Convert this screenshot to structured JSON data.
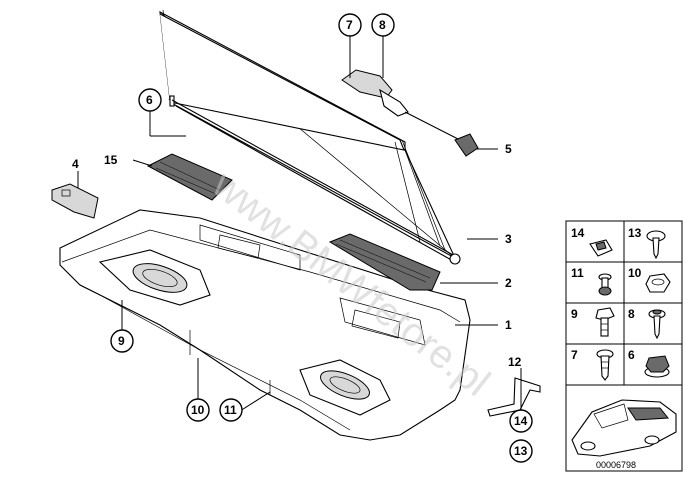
{
  "watermark": "www.BMWfetore.pl",
  "document_number": "00006798",
  "callouts": {
    "c1": "1",
    "c2": "2",
    "c3": "3",
    "c4": "4",
    "c5": "5",
    "c6": "6",
    "c7": "7",
    "c8": "8",
    "c9": "9",
    "c10": "10",
    "c11": "11",
    "c12": "12",
    "c13": "13",
    "c14": "14",
    "c15": "15"
  },
  "fastener_grid": {
    "labels": [
      "14",
      "13",
      "11",
      "10",
      "9",
      "8",
      "7",
      "6"
    ]
  }
}
